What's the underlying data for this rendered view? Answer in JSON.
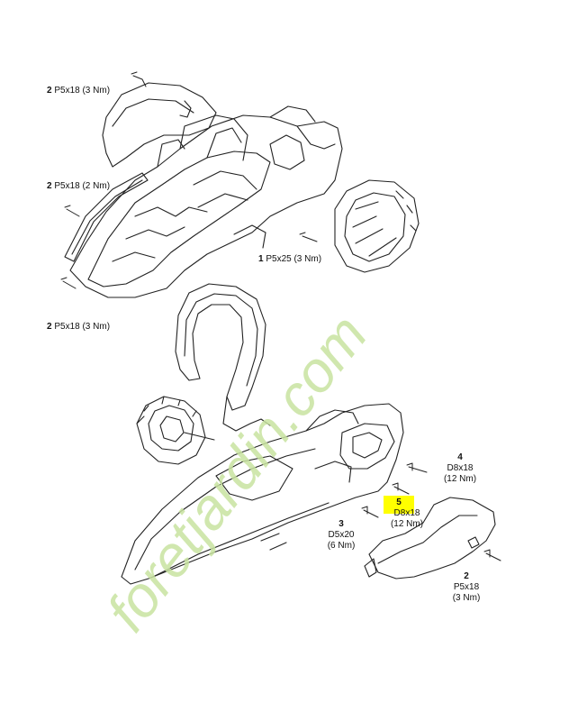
{
  "callouts": [
    {
      "num": "2",
      "text": "P5x18 (3 Nm)"
    },
    {
      "num": "2",
      "text": "P5x18 (2 Nm)"
    },
    {
      "num": "1",
      "text": "P5x25 (3 Nm)"
    },
    {
      "num": "2",
      "text": "P5x18 (3 Nm)"
    },
    {
      "num": "4",
      "line1": "D8x18",
      "line2": "(12 Nm)"
    },
    {
      "num": "5",
      "line1": "D8x18",
      "line2": "(12 Nm)"
    },
    {
      "num": "3",
      "line1": "D5x20",
      "line2": "(6 Nm)"
    },
    {
      "num": "2",
      "line1": "P5x18",
      "line2": "(3 Nm)"
    }
  ],
  "watermark": "foretjardin.com",
  "colors": {
    "highlight": "#ffff00",
    "watermark": "#c8e3a0",
    "lines": "#222222"
  }
}
